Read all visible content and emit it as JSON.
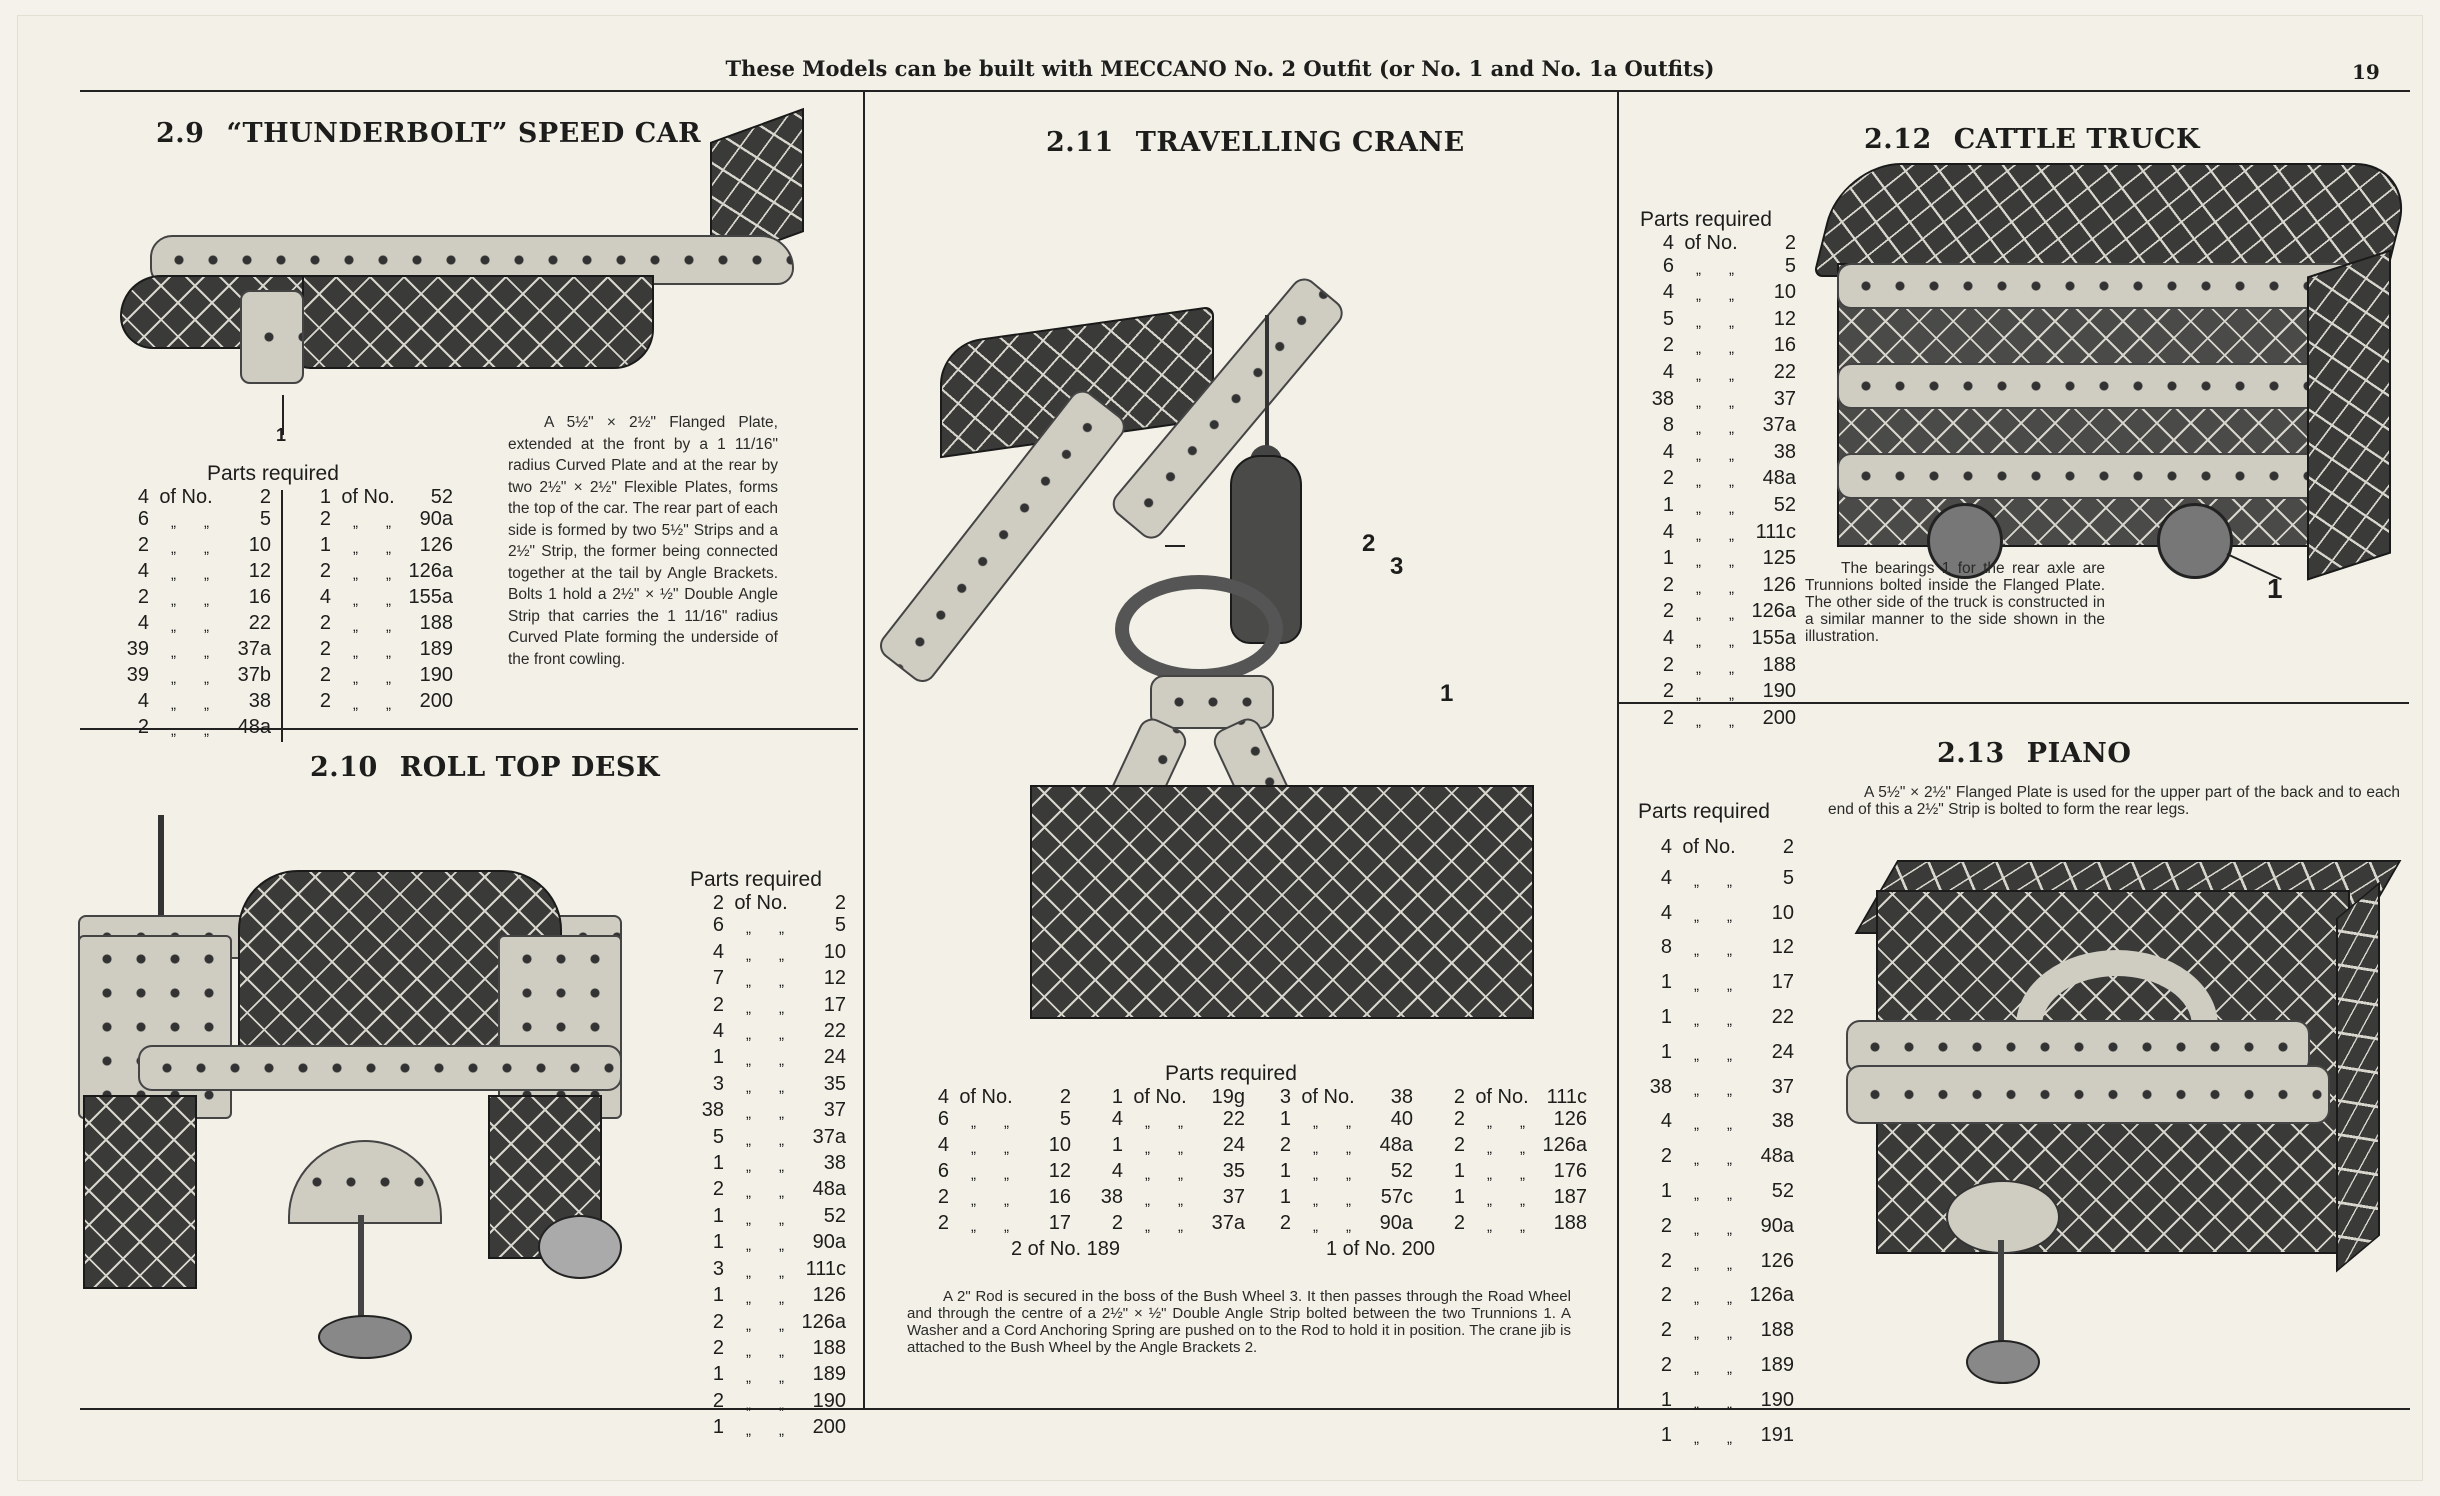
{
  "header": {
    "title": "These Models can be built with MECCANO No. 2 Outfit (or No. 1 and No. 1a Outfits)",
    "page_number": "19"
  },
  "common": {
    "parts_required": "Parts required",
    "of_no": "of No.",
    "ditto": "„"
  },
  "models": {
    "m29": {
      "number": "2.9",
      "name": "“THUNDERBOLT” SPEED CAR",
      "callouts": [
        "1"
      ],
      "parts_cols": [
        [
          [
            "4",
            "2"
          ],
          [
            "6",
            "5"
          ],
          [
            "2",
            "10"
          ],
          [
            "4",
            "12"
          ],
          [
            "2",
            "16"
          ],
          [
            "4",
            "22"
          ],
          [
            "39",
            "37a"
          ],
          [
            "39",
            "37b"
          ],
          [
            "4",
            "38"
          ],
          [
            "2",
            "48a"
          ]
        ],
        [
          [
            "1",
            "52"
          ],
          [
            "2",
            "90a"
          ],
          [
            "1",
            "126"
          ],
          [
            "2",
            "126a"
          ],
          [
            "4",
            "155a"
          ],
          [
            "2",
            "188"
          ],
          [
            "2",
            "189"
          ],
          [
            "2",
            "190"
          ],
          [
            "2",
            "200"
          ]
        ]
      ],
      "description": "A 5½\" × 2½\" Flanged Plate, extended at the front by a 1 11/16\" radius Curved Plate and at the rear by two 2½\" × 2½\" Flexible Plates, forms the top of the car. The rear part of each side is formed by two 5½\" Strips and a 2½\" Strip, the former being connected together at the tail by Angle Brackets. Bolts 1 hold a 2½\" × ½\" Double Angle Strip that carries the 1 11/16\" radius Curved Plate forming the underside of the front cowling."
    },
    "m210": {
      "number": "2.10",
      "name": "ROLL TOP DESK",
      "parts": [
        [
          "2",
          "2"
        ],
        [
          "6",
          "5"
        ],
        [
          "4",
          "10"
        ],
        [
          "7",
          "12"
        ],
        [
          "2",
          "17"
        ],
        [
          "4",
          "22"
        ],
        [
          "1",
          "24"
        ],
        [
          "3",
          "35"
        ],
        [
          "38",
          "37"
        ],
        [
          "5",
          "37a"
        ],
        [
          "1",
          "38"
        ],
        [
          "2",
          "48a"
        ],
        [
          "1",
          "52"
        ],
        [
          "1",
          "90a"
        ],
        [
          "3",
          "111c"
        ],
        [
          "1",
          "126"
        ],
        [
          "2",
          "126a"
        ],
        [
          "2",
          "188"
        ],
        [
          "1",
          "189"
        ],
        [
          "2",
          "190"
        ],
        [
          "1",
          "200"
        ]
      ]
    },
    "m211": {
      "number": "2.11",
      "name": "TRAVELLING CRANE",
      "callouts": [
        "2",
        "3",
        "1"
      ],
      "parts_cols": [
        [
          [
            "4",
            "2"
          ],
          [
            "6",
            "5"
          ],
          [
            "4",
            "10"
          ],
          [
            "6",
            "12"
          ],
          [
            "2",
            "16"
          ],
          [
            "2",
            "17"
          ]
        ],
        [
          [
            "1",
            "19g"
          ],
          [
            "4",
            "22"
          ],
          [
            "1",
            "24"
          ],
          [
            "4",
            "35"
          ],
          [
            "38",
            "37"
          ],
          [
            "2",
            "37a"
          ]
        ],
        [
          [
            "3",
            "38"
          ],
          [
            "1",
            "40"
          ],
          [
            "2",
            "48a"
          ],
          [
            "1",
            "52"
          ],
          [
            "1",
            "57c"
          ],
          [
            "2",
            "90a"
          ]
        ],
        [
          [
            "2",
            "111c"
          ],
          [
            "2",
            "126"
          ],
          [
            "2",
            "126a"
          ],
          [
            "1",
            "176"
          ],
          [
            "1",
            "187"
          ],
          [
            "2",
            "188"
          ]
        ]
      ],
      "footer_left": "2 of No. 189",
      "footer_right": "1 of No. 200",
      "description": "A 2\" Rod is secured in the boss of the Bush Wheel 3. It then passes through the Road Wheel and through the centre of a 2½\" × ½\" Double Angle Strip bolted between the two Trunnions 1. A Washer and a Cord Anchoring Spring are pushed on to the Rod to hold it in position. The crane jib is attached to the Bush Wheel by the Angle Brackets 2."
    },
    "m212": {
      "number": "2.12",
      "name": "CATTLE TRUCK",
      "callouts": [
        "1"
      ],
      "parts": [
        [
          "4",
          "2"
        ],
        [
          "6",
          "5"
        ],
        [
          "4",
          "10"
        ],
        [
          "5",
          "12"
        ],
        [
          "2",
          "16"
        ],
        [
          "4",
          "22"
        ],
        [
          "38",
          "37"
        ],
        [
          "8",
          "37a"
        ],
        [
          "4",
          "38"
        ],
        [
          "2",
          "48a"
        ],
        [
          "1",
          "52"
        ],
        [
          "4",
          "111c"
        ],
        [
          "1",
          "125"
        ],
        [
          "2",
          "126"
        ],
        [
          "2",
          "126a"
        ],
        [
          "4",
          "155a"
        ],
        [
          "2",
          "188"
        ],
        [
          "2",
          "190"
        ],
        [
          "2",
          "200"
        ]
      ],
      "description": "The bearings 1 for the rear axle are Trunnions bolted inside the Flanged Plate. The other side of the truck is constructed in a similar manner to the side shown in the illustration."
    },
    "m213": {
      "number": "2.13",
      "name": "PIANO",
      "parts": [
        [
          "4",
          "2"
        ],
        [
          "4",
          "5"
        ],
        [
          "4",
          "10"
        ],
        [
          "8",
          "12"
        ],
        [
          "1",
          "17"
        ],
        [
          "1",
          "22"
        ],
        [
          "1",
          "24"
        ],
        [
          "38",
          "37"
        ],
        [
          "4",
          "38"
        ],
        [
          "2",
          "48a"
        ],
        [
          "1",
          "52"
        ],
        [
          "2",
          "90a"
        ],
        [
          "2",
          "126"
        ],
        [
          "2",
          "126a"
        ],
        [
          "2",
          "188"
        ],
        [
          "2",
          "189"
        ],
        [
          "1",
          "190"
        ],
        [
          "1",
          "191"
        ]
      ],
      "description": "A 5½\" × 2½\" Flanged Plate is used for the upper part of the back and to each end of this a 2½\" Strip is bolted to form the rear legs."
    }
  }
}
